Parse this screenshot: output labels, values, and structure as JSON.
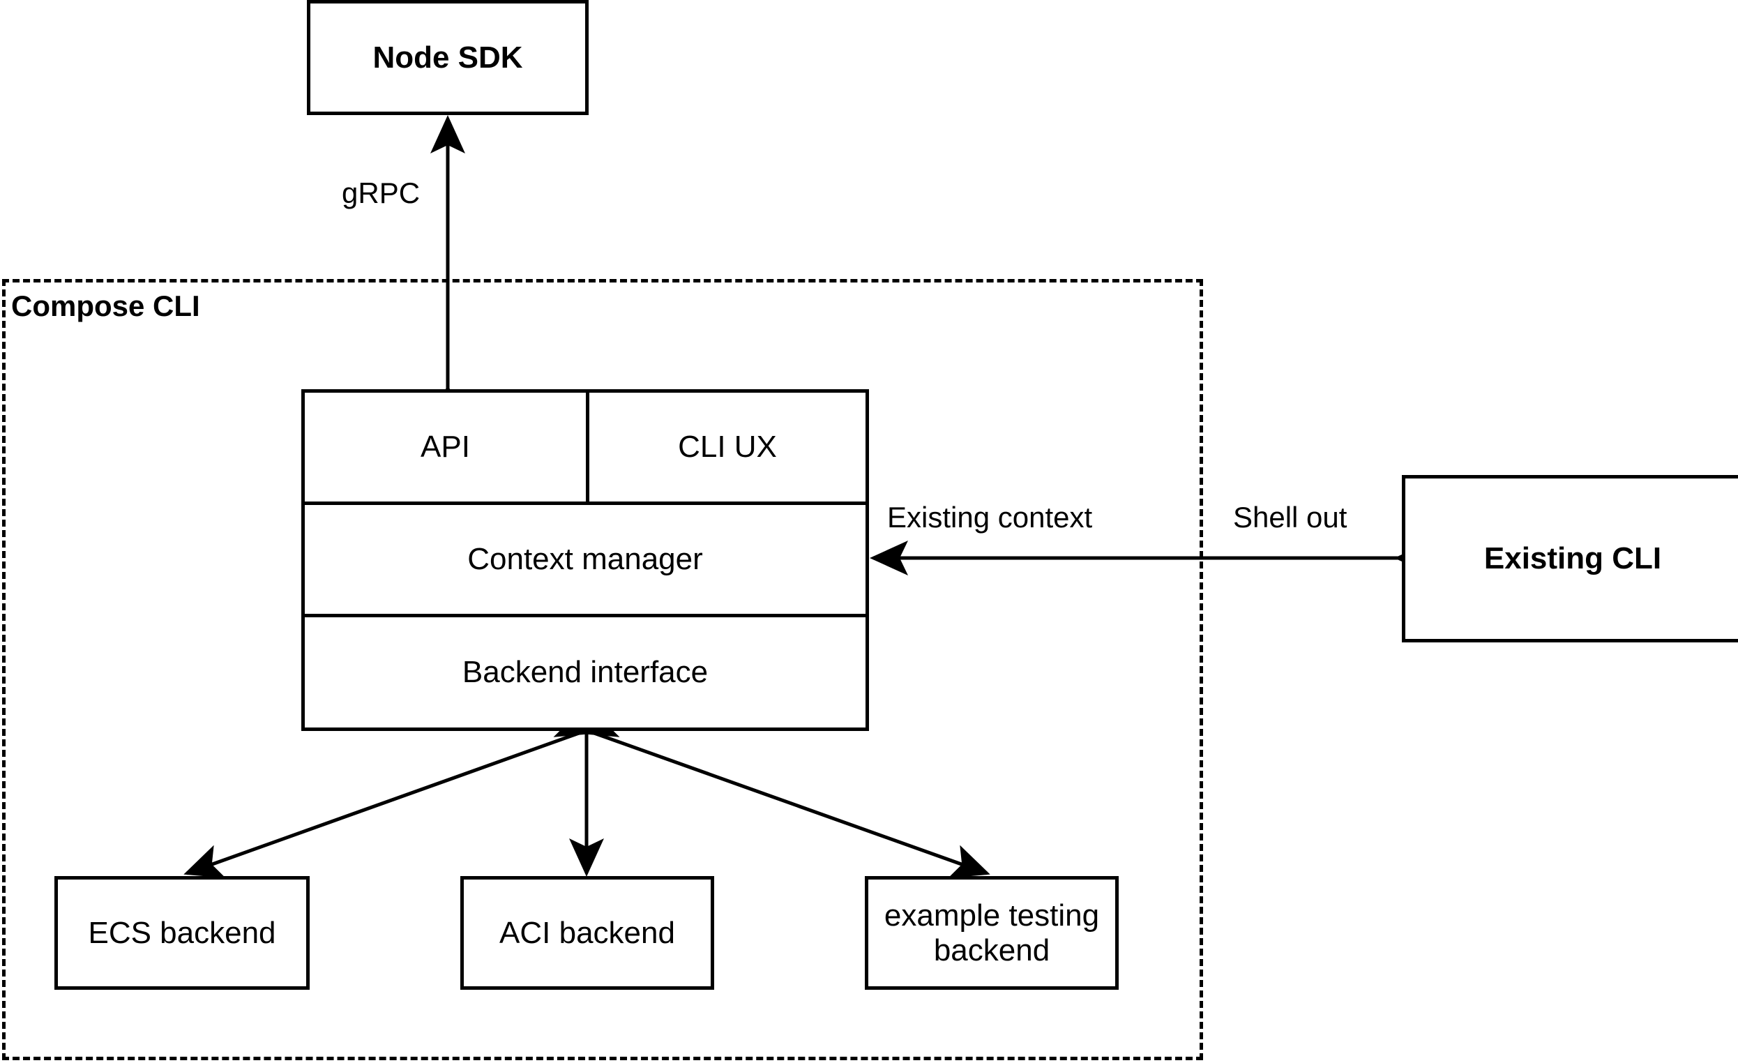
{
  "diagram": {
    "title_group": "Compose CLI",
    "nodes": {
      "node_sdk": "Node SDK",
      "api": "API",
      "cli_ux": "CLI UX",
      "context_manager": "Context manager",
      "backend_interface": "Backend interface",
      "existing_cli": "Existing CLI",
      "ecs_backend": "ECS backend",
      "aci_backend": "ACI backend",
      "example_testing_backend_line1": "example testing",
      "example_testing_backend_line2": "backend"
    },
    "edge_labels": {
      "grpc": "gRPC",
      "existing_context": "Existing context",
      "shell_out": "Shell out"
    },
    "colors": {
      "stroke": "#000000",
      "fill": "#ffffff"
    }
  }
}
